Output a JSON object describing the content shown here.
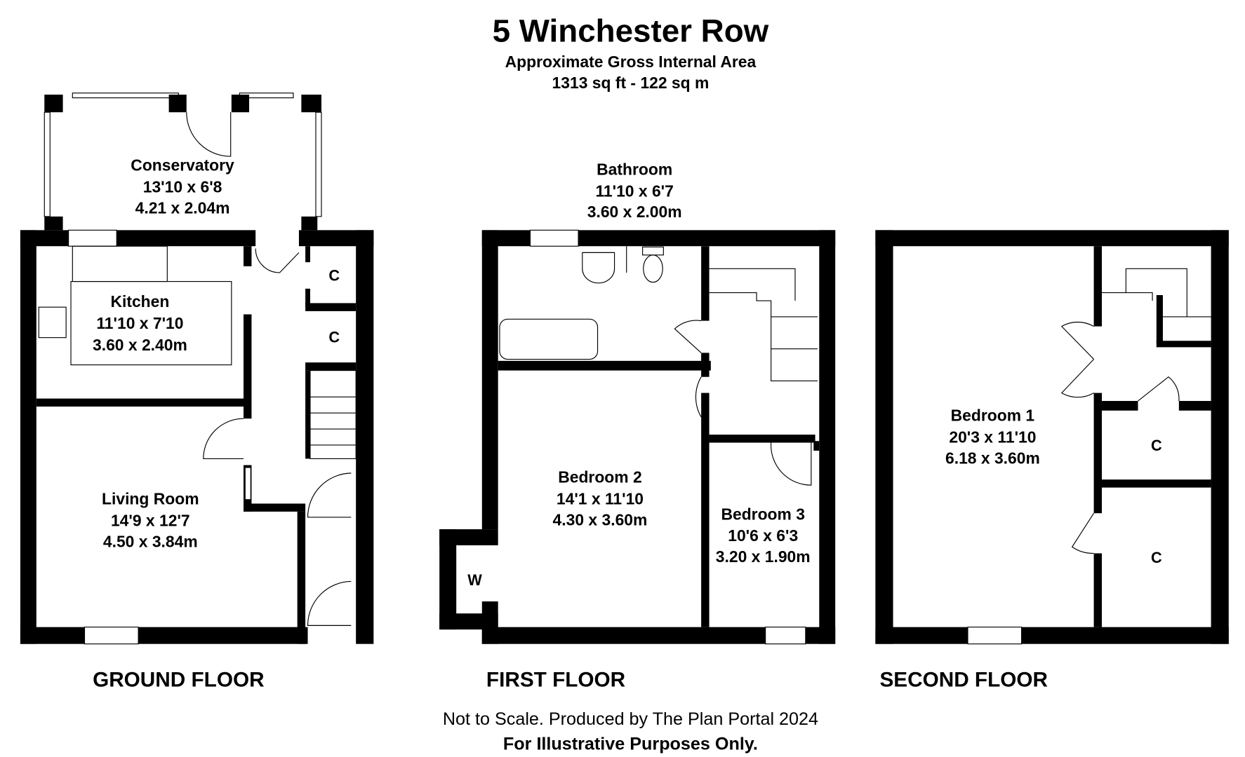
{
  "header": {
    "title": "5 Winchester Row",
    "subtitle": "Approximate Gross Internal Area",
    "area": "1313 sq ft - 122 sq m"
  },
  "floors": [
    {
      "label": "GROUND FLOOR",
      "rooms": [
        {
          "name": "Conservatory",
          "imperial": "13'10 x 6'8",
          "metric": "4.21 x 2.04m"
        },
        {
          "name": "Kitchen",
          "imperial": "11'10 x 7'10",
          "metric": "3.60 x 2.40m"
        },
        {
          "name": "Living Room",
          "imperial": "14'9 x 12'7",
          "metric": "4.50 x 3.84m"
        }
      ],
      "cupboards": [
        "C",
        "C"
      ]
    },
    {
      "label": "FIRST FLOOR",
      "rooms": [
        {
          "name": "Bathroom",
          "imperial": "11'10 x 6'7",
          "metric": "3.60 x 2.00m"
        },
        {
          "name": "Bedroom 2",
          "imperial": "14'1 x 11'10",
          "metric": "4.30 x 3.60m"
        },
        {
          "name": "Bedroom 3",
          "imperial": "10'6 x 6'3",
          "metric": "3.20 x 1.90m"
        }
      ],
      "wardrobe": "W"
    },
    {
      "label": "SECOND FLOOR",
      "rooms": [
        {
          "name": "Bedroom 1",
          "imperial": "20'3 x 11'10",
          "metric": "6.18 x 3.60m"
        }
      ],
      "cupboards": [
        "C",
        "C"
      ]
    }
  ],
  "footer": {
    "disclaimer": "Not to Scale. Produced by The Plan Portal 2024",
    "note": "For Illustrative Purposes Only."
  }
}
